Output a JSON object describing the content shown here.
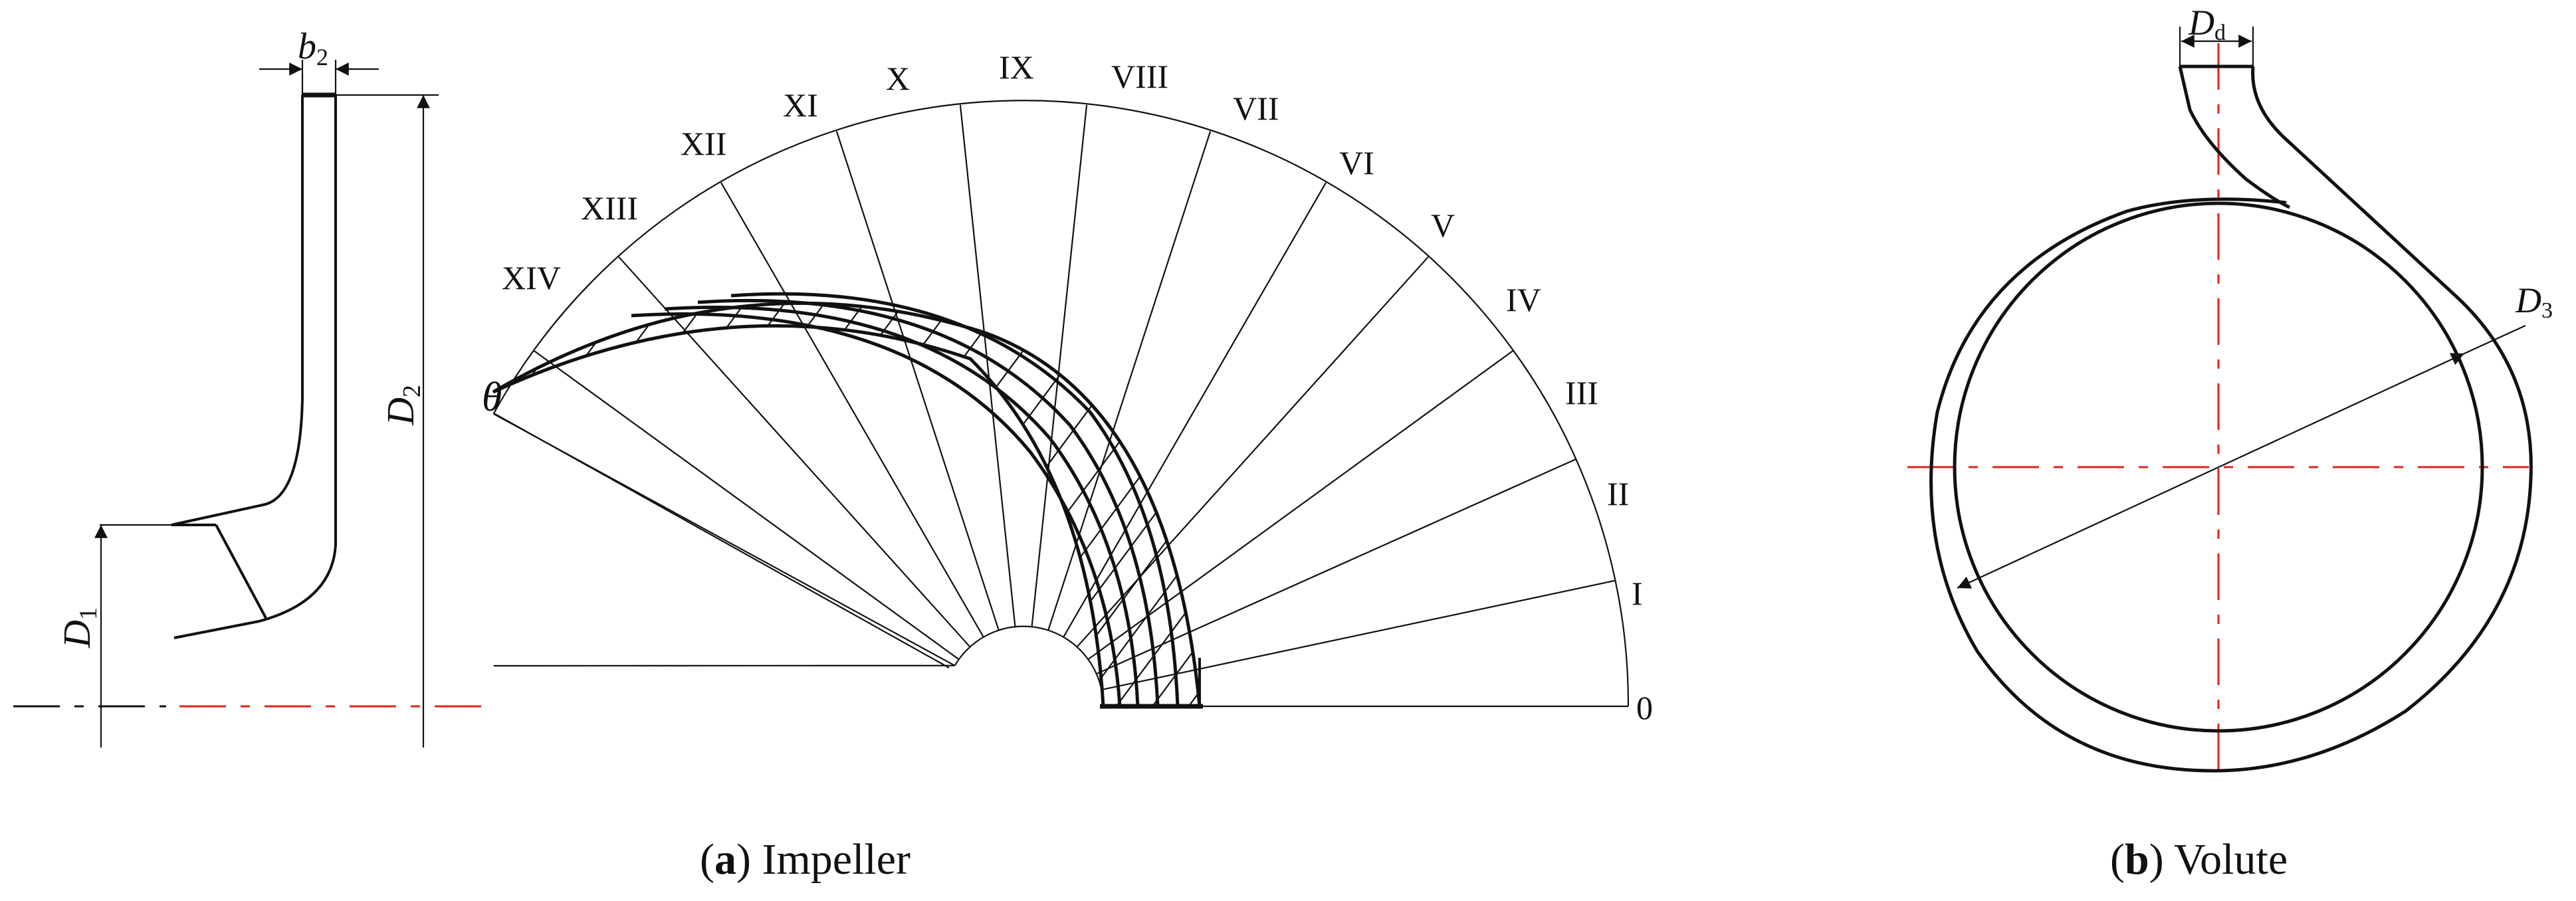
{
  "impeller_meridional": {
    "outlet_width": {
      "main": "b",
      "sub": "2"
    },
    "outlet_diameter": {
      "main": "D",
      "sub": "2"
    },
    "inlet_diameter": {
      "main": "D",
      "sub": "1"
    }
  },
  "impeller_plan": {
    "angle_label": "θ",
    "section_labels": [
      "0",
      "I",
      "II",
      "III",
      "IV",
      "V",
      "VI",
      "VII",
      "VIII",
      "IX",
      "X",
      "XI",
      "XII",
      "XIII",
      "XIV"
    ]
  },
  "volute": {
    "outlet_width": {
      "main": "D",
      "sub": "d"
    },
    "base_diameter": {
      "main": "D",
      "sub": "3"
    }
  },
  "captions": {
    "a": {
      "letter": "a",
      "text": "Impeller"
    },
    "b": {
      "letter": "b",
      "text": "Volute"
    }
  },
  "colors": {
    "line": "#111111",
    "centerline": "#e0231b",
    "background": "#ffffff"
  }
}
